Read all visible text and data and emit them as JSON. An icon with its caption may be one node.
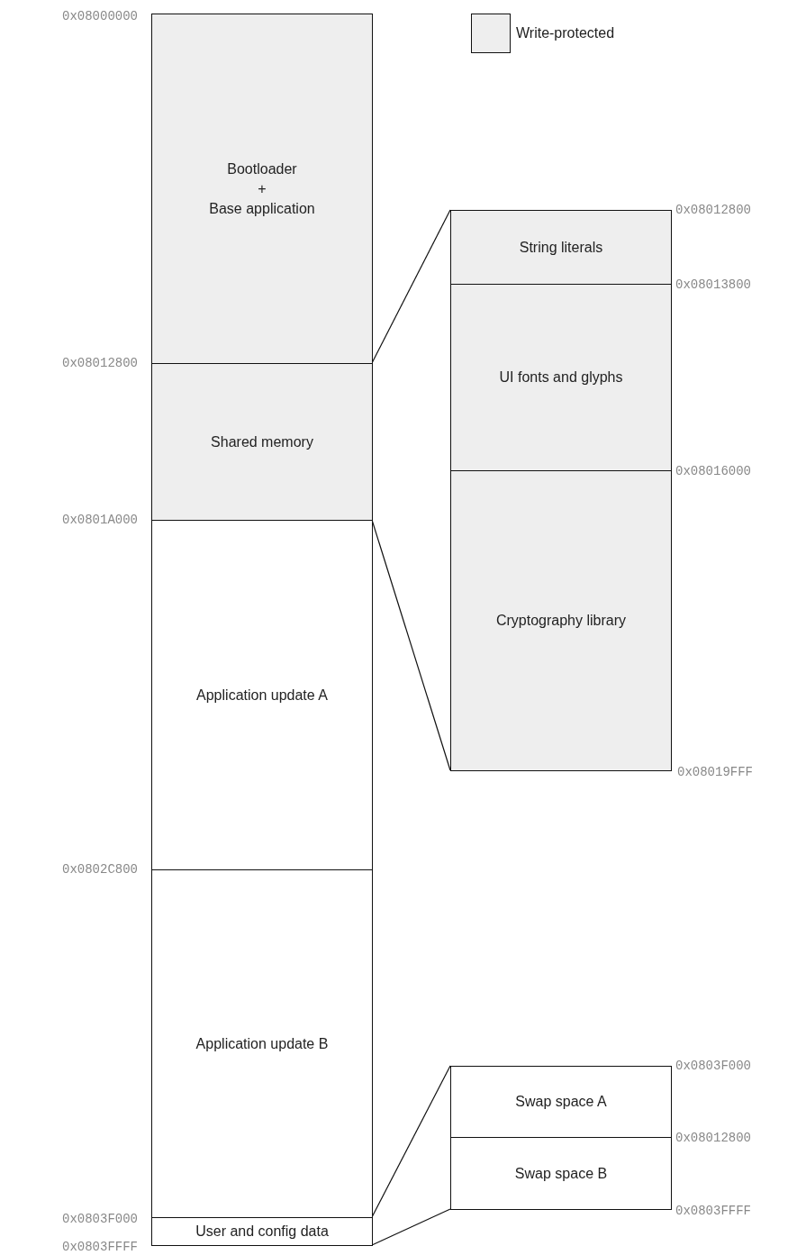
{
  "diagram": {
    "nodes": [
      {
        "text": [
          "Bootloader",
          "+",
          "Base application"
        ]
      },
      {
        "text": [
          "Shared memory"
        ]
      },
      {
        "text": [
          "Application update A"
        ]
      },
      {
        "text": [
          "Application update B"
        ]
      },
      {
        "text": [
          "User and config data"
        ]
      },
      {
        "text": [
          "String literals"
        ]
      },
      {
        "text": [
          "UI fonts and glyphs"
        ]
      },
      {
        "text": [
          "Cryptography library"
        ]
      },
      {
        "text": [
          "Swap space A"
        ]
      },
      {
        "text": [
          "Swap space B"
        ]
      }
    ],
    "edges": [
      {
        "from": 1,
        "to": 5,
        "arrow": "none"
      },
      {
        "from": 1,
        "to": 7,
        "arrow": "none"
      },
      {
        "from": 4,
        "to": 8,
        "arrow": "none"
      },
      {
        "from": 4,
        "to": 9,
        "arrow": "none"
      }
    ],
    "labels": [
      "0x08000000",
      "0x08012800",
      "0x08013800",
      "0x08012800",
      "0x08016000",
      "0x0801A000",
      "0x08019FFF",
      "0x0802C800",
      "0x0803F000",
      "0x0803F000",
      "0x08012800",
      "0x0803FFFF",
      "0x0803FFFF"
    ],
    "legend": [
      {
        "text": "Write-protected",
        "color": "#eeeeee"
      }
    ]
  }
}
